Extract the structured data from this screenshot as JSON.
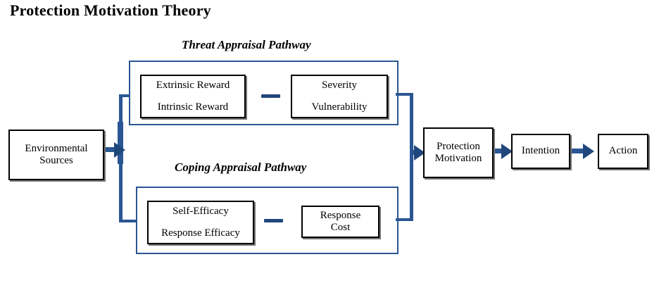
{
  "title": "Protection Motivation Theory",
  "colors": {
    "pathway_border": "#2a5694",
    "connector": "#2a5694",
    "arrow": "#20477c",
    "node_border": "#000000",
    "background": "#ffffff",
    "text": "#000000"
  },
  "pathways": {
    "threat": {
      "label": "Threat Appraisal Pathway"
    },
    "coping": {
      "label": "Coping Appraisal Pathway"
    }
  },
  "nodes": {
    "environmental_sources": {
      "line1": "Environmental",
      "line2": "Sources"
    },
    "reward": {
      "line1": "Extrinsic Reward",
      "line2": "Intrinsic Reward"
    },
    "threat_appraisal": {
      "line1": "Severity",
      "line2": "Vulnerability"
    },
    "efficacy": {
      "line1": "Self-Efficacy",
      "line2": "Response Efficacy"
    },
    "response_cost": {
      "line1": "Response",
      "line2": "Cost"
    },
    "protection_motivation": {
      "line1": "Protection",
      "line2": "Motivation"
    },
    "intention": {
      "line1": "Intention"
    },
    "action": {
      "line1": "Action"
    }
  },
  "operators": {
    "threat_minus": "—",
    "coping_minus": "—"
  },
  "arrows": [
    {
      "name": "environmental-to-appraisal",
      "from": "Environmental Sources",
      "to": "Appraisal Pathways"
    },
    {
      "name": "appraisal-to-protection-motivation",
      "from": "Appraisal Pathways",
      "to": "Protection Motivation"
    },
    {
      "name": "protection-motivation-to-intention",
      "from": "Protection Motivation",
      "to": "Intention"
    },
    {
      "name": "intention-to-action",
      "from": "Intention",
      "to": "Action"
    }
  ]
}
